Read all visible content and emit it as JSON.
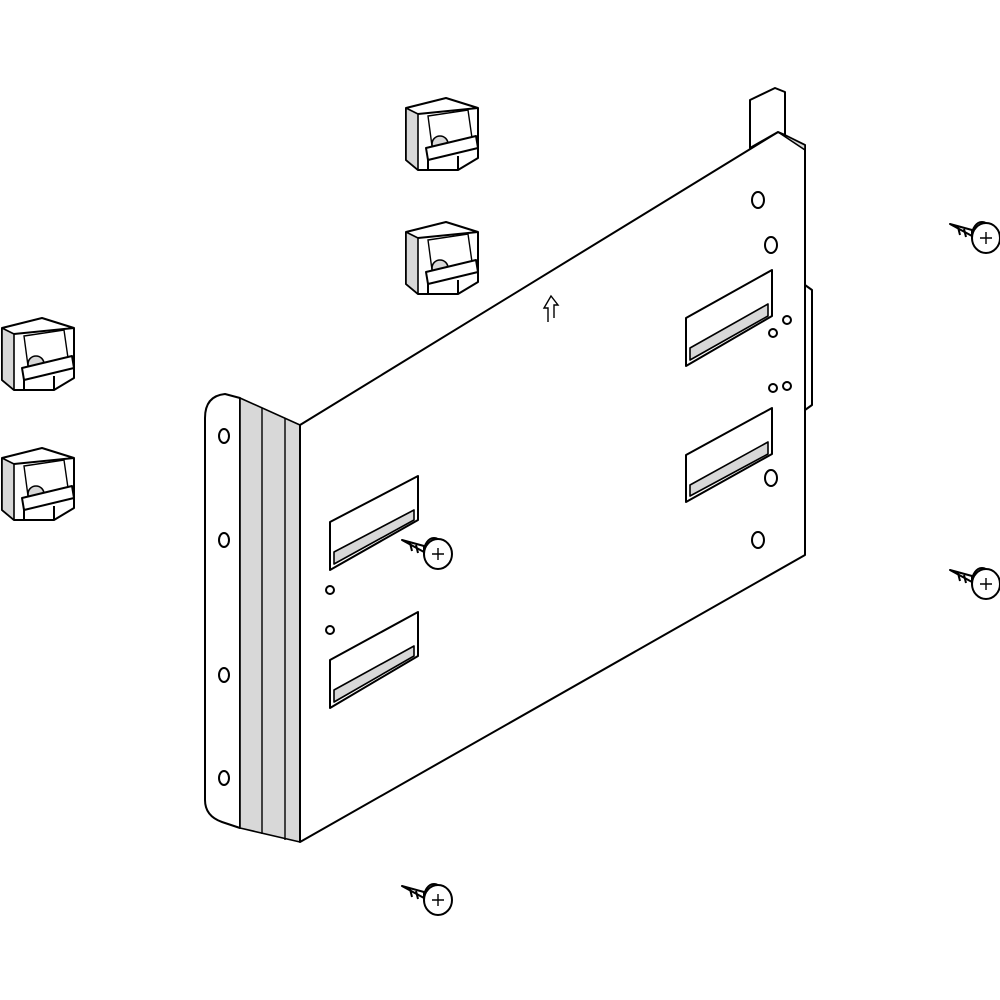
{
  "drawing": {
    "style": "technical line drawing, exploded view",
    "colors": {
      "line": "#000000",
      "background": "#ffffff",
      "shade": "#d8d8d8"
    },
    "parts": [
      {
        "name": "mounting-plate"
      },
      {
        "name": "cage-nut"
      },
      {
        "name": "screw"
      }
    ]
  }
}
